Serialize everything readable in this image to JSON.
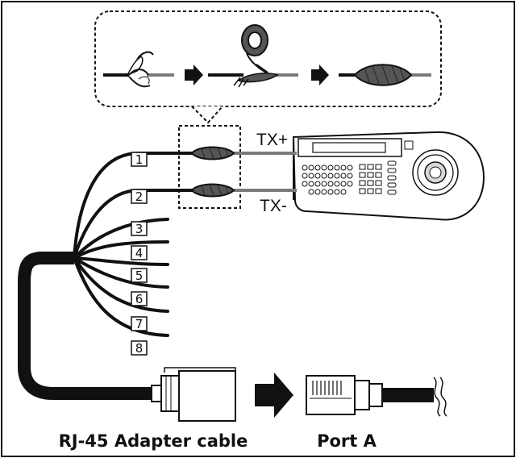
{
  "wires": {
    "labels": [
      "1",
      "2",
      "3",
      "4",
      "5",
      "6",
      "7",
      "8"
    ]
  },
  "signals": {
    "tx_plus": "TX+",
    "tx_minus": "TX-"
  },
  "captions": {
    "adapter": "RJ-45 Adapter cable",
    "port": "Port A"
  },
  "icons": {
    "splice_steps": [
      "twist-wires-icon",
      "arrow-right-icon",
      "tape-roll-icon",
      "arrow-right-icon",
      "insulated-splice-icon"
    ],
    "controller": "keyboard-controller-icon",
    "connector_female": "rj45-adapter-plug-icon",
    "connector_male": "rj45-plug-icon"
  },
  "colors": {
    "line": "#111111",
    "wire_gray": "#7a7a7a",
    "tape": "#555555",
    "background": "#ffffff"
  }
}
